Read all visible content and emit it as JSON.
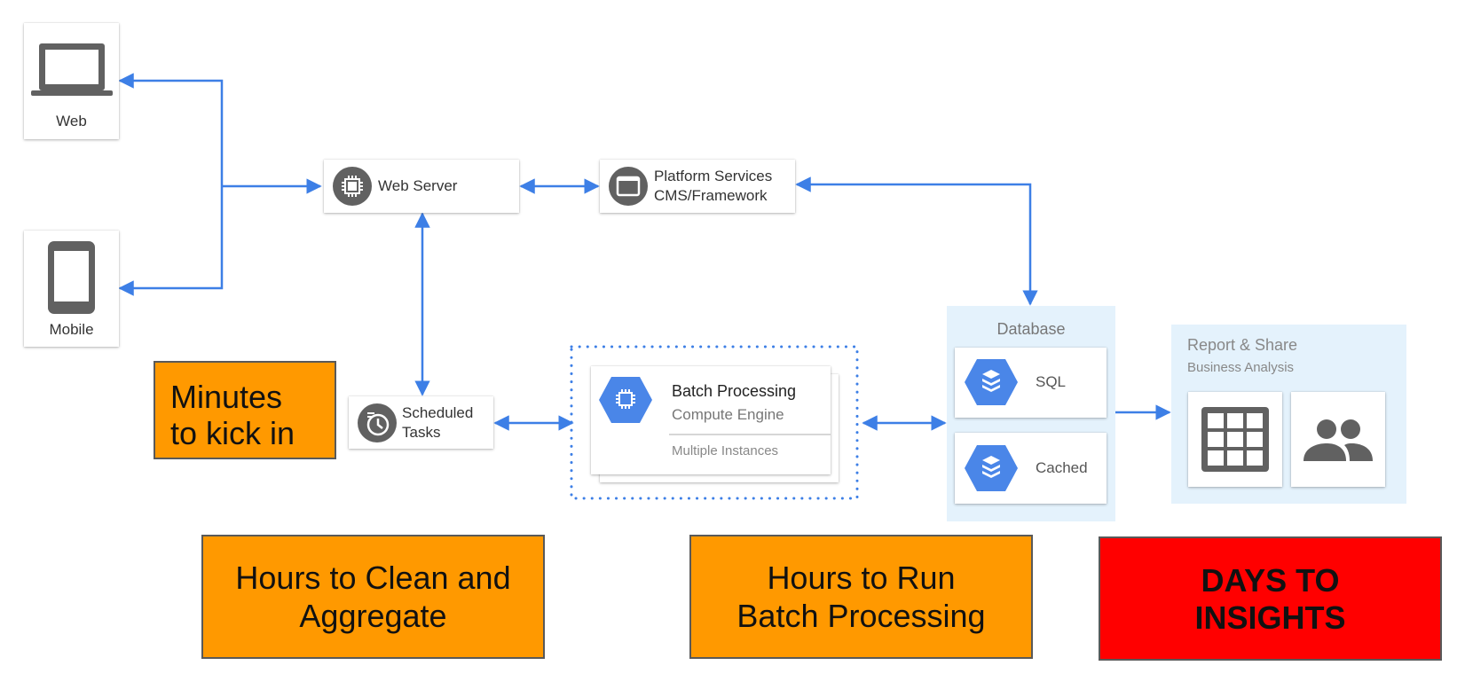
{
  "clients": {
    "web": "Web",
    "mobile": "Mobile"
  },
  "web_server": {
    "label": "Web Server"
  },
  "platform": {
    "line1": "Platform Services",
    "line2": "CMS/Framework"
  },
  "scheduled": {
    "line1": "Scheduled",
    "line2": "Tasks"
  },
  "batch": {
    "title": "Batch Processing",
    "subtitle": "Compute Engine",
    "footer": "Multiple Instances"
  },
  "database": {
    "title": "Database",
    "sql": "SQL",
    "cached": "Cached"
  },
  "report": {
    "title": "Report & Share",
    "subtitle": "Business Analysis"
  },
  "callouts": {
    "minutes_line1": "Minutes",
    "minutes_line2": "to kick in",
    "clean_line1": "Hours to Clean and",
    "clean_line2": "Aggregate",
    "run_line1": "Hours to Run",
    "run_line2": "Batch Processing",
    "days_line1": "DAYS TO",
    "days_line2": "INSIGHTS"
  },
  "colors": {
    "arrow": "#3d7fe6",
    "orange": "#ff9900",
    "red": "#ff0000",
    "panel": "#e4f2fc",
    "icon_blue": "#4a86e8",
    "icon_gray": "#616161"
  },
  "icons": [
    "laptop-icon",
    "phone-icon",
    "chip-icon",
    "window-icon",
    "clock-icon",
    "compute-engine-icon",
    "database-stack-icon",
    "grid-icon",
    "people-icon"
  ]
}
